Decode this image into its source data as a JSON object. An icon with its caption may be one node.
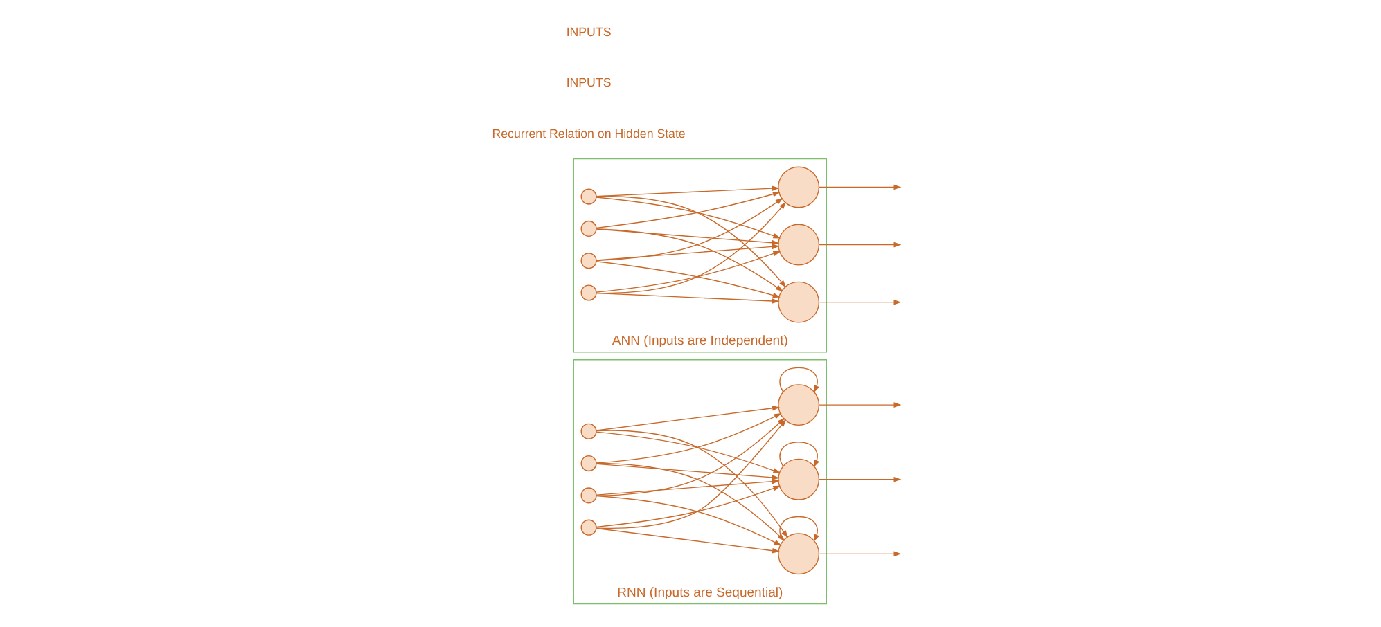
{
  "diagram": {
    "nodes": [
      {
        "text": [
          "RNN (Inputs are Sequential)"
        ]
      },
      {
        "text": [],
        "shape": "circle",
        "in": 0
      },
      {
        "text": [],
        "shape": "circle",
        "in": 0
      },
      {
        "text": [],
        "shape": "circle",
        "in": 0
      },
      {
        "text": [],
        "shape": "circle",
        "in": 0
      },
      {
        "text": [],
        "shape": "circle",
        "in": 0
      },
      {
        "text": [],
        "shape": "circle",
        "in": 0
      },
      {
        "text": [],
        "shape": "circle",
        "in": 0
      },
      {
        "text": [
          "ANN (Inputs are Independent)"
        ]
      },
      {
        "text": [],
        "shape": "circle",
        "in": 8
      },
      {
        "text": [],
        "shape": "circle",
        "in": 8
      },
      {
        "text": [],
        "shape": "circle",
        "in": 8
      },
      {
        "text": [],
        "shape": "circle",
        "in": 8
      },
      {
        "text": [],
        "shape": "circle",
        "in": 8
      },
      {
        "text": [],
        "shape": "circle",
        "in": 8
      },
      {
        "text": [],
        "shape": "circle",
        "in": 8
      }
    ],
    "edges": [
      {
        "from": 1,
        "to": 5,
        "arrow": "to"
      },
      {
        "from": 1,
        "to": 6,
        "arrow": "to"
      },
      {
        "from": 1,
        "to": 7,
        "arrow": "to"
      },
      {
        "from": 2,
        "to": 5,
        "arrow": "to"
      },
      {
        "from": 2,
        "to": 6,
        "arrow": "to"
      },
      {
        "from": 2,
        "to": 7,
        "arrow": "to"
      },
      {
        "from": 3,
        "to": 5,
        "arrow": "to"
      },
      {
        "from": 3,
        "to": 6,
        "arrow": "to"
      },
      {
        "from": 3,
        "to": 7,
        "arrow": "to"
      },
      {
        "from": 4,
        "to": 5,
        "arrow": "to"
      },
      {
        "from": 4,
        "to": 6,
        "arrow": "to"
      },
      {
        "from": 4,
        "to": 7,
        "arrow": "to"
      },
      {
        "from": 5,
        "to": 5,
        "arrow": "to"
      },
      {
        "from": 6,
        "to": 6,
        "arrow": "to"
      },
      {
        "from": 7,
        "to": 7,
        "arrow": "to"
      },
      {
        "from": 5,
        "to": null,
        "arrow": "to"
      },
      {
        "from": 6,
        "to": null,
        "arrow": "to"
      },
      {
        "from": 7,
        "to": null,
        "arrow": "to"
      },
      {
        "from": 9,
        "to": 13,
        "arrow": "to"
      },
      {
        "from": 9,
        "to": 14,
        "arrow": "to"
      },
      {
        "from": 9,
        "to": 15,
        "arrow": "to"
      },
      {
        "from": 10,
        "to": 13,
        "arrow": "to"
      },
      {
        "from": 10,
        "to": 14,
        "arrow": "to"
      },
      {
        "from": 10,
        "to": 15,
        "arrow": "to"
      },
      {
        "from": 11,
        "to": 13,
        "arrow": "to"
      },
      {
        "from": 11,
        "to": 14,
        "arrow": "to"
      },
      {
        "from": 11,
        "to": 15,
        "arrow": "to"
      },
      {
        "from": 12,
        "to": 13,
        "arrow": "to"
      },
      {
        "from": 12,
        "to": 14,
        "arrow": "to"
      },
      {
        "from": 12,
        "to": 15,
        "arrow": "to"
      },
      {
        "from": 13,
        "to": null,
        "arrow": "to"
      },
      {
        "from": 14,
        "to": null,
        "arrow": "to"
      },
      {
        "from": 15,
        "to": null,
        "arrow": "to"
      }
    ],
    "labels": [
      "Recurrent Relation on Hidden State",
      "INPUTS",
      "INPUTS"
    ]
  }
}
